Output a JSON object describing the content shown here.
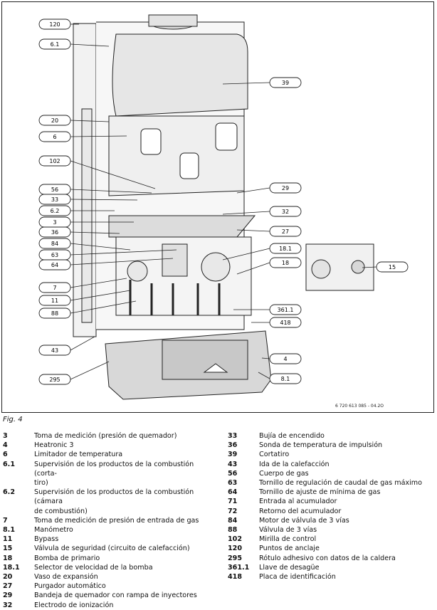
{
  "figure": {
    "caption": "Fig. 4",
    "drawing_code": "6 720 613 085 - 04.2O",
    "callouts": [
      "120",
      "6.1",
      "39",
      "20",
      "6",
      "102",
      "29",
      "56",
      "33",
      "6.2",
      "32",
      "3",
      "36",
      "27",
      "84",
      "18.1",
      "63",
      "64",
      "18",
      "15",
      "7",
      "11",
      "88",
      "361.1",
      "418",
      "43",
      "4",
      "295",
      "8.1"
    ]
  },
  "legend": {
    "left": [
      {
        "num": "3",
        "text": "Toma de medición (presión de quemador)"
      },
      {
        "num": "4",
        "text": "Heatronic 3"
      },
      {
        "num": "6",
        "text": "Limitador de temperatura"
      },
      {
        "num": "6.1",
        "text": "Supervisión de los productos de la combustión (corta-"
      },
      {
        "num": "",
        "text": "tiro)"
      },
      {
        "num": "6.2",
        "text": "Supervisión de los productos de la combustión (cámara"
      },
      {
        "num": "",
        "text": "de combustión)"
      },
      {
        "num": "7",
        "text": "Toma de medición de presión de entrada de gas"
      },
      {
        "num": "8.1",
        "text": "Manómetro"
      },
      {
        "num": "11",
        "text": "Bypass"
      },
      {
        "num": "15",
        "text": "Válvula de seguridad (circuito de calefacción)"
      },
      {
        "num": "18",
        "text": "Bomba de primario"
      },
      {
        "num": "18.1",
        "text": "Selector de velocidad de la bomba"
      },
      {
        "num": "20",
        "text": "Vaso de expansión"
      },
      {
        "num": "27",
        "text": "Purgador automático"
      },
      {
        "num": "29",
        "text": "Bandeja de quemador con rampa de inyectores"
      },
      {
        "num": "32",
        "text": "Electrodo de ionización"
      }
    ],
    "right": [
      {
        "num": "33",
        "text": "Bujía de encendido"
      },
      {
        "num": "36",
        "text": "Sonda de temperatura de impulsión"
      },
      {
        "num": "39",
        "text": "Cortatiro"
      },
      {
        "num": "43",
        "text": "Ida de la calefacción"
      },
      {
        "num": "56",
        "text": "Cuerpo de gas"
      },
      {
        "num": "63",
        "text": "Tornillo de regulación de caudal de gas máximo"
      },
      {
        "num": "64",
        "text": "Tornillo de ajuste de mínima de gas"
      },
      {
        "num": "71",
        "text": "Entrada al acumulador"
      },
      {
        "num": "72",
        "text": "Retorno del acumulador"
      },
      {
        "num": "84",
        "text": "Motor de válvula de 3 vías"
      },
      {
        "num": "88",
        "text": "Válvula de 3 vías"
      },
      {
        "num": "102",
        "text": "Mirilla de control"
      },
      {
        "num": "120",
        "text": "Puntos de anclaje"
      },
      {
        "num": "295",
        "text": "Rótulo adhesivo con datos de la caldera"
      },
      {
        "num": "361.1",
        "text": "Llave de desagüe"
      },
      {
        "num": "418",
        "text": "Placa de identificación"
      }
    ]
  }
}
